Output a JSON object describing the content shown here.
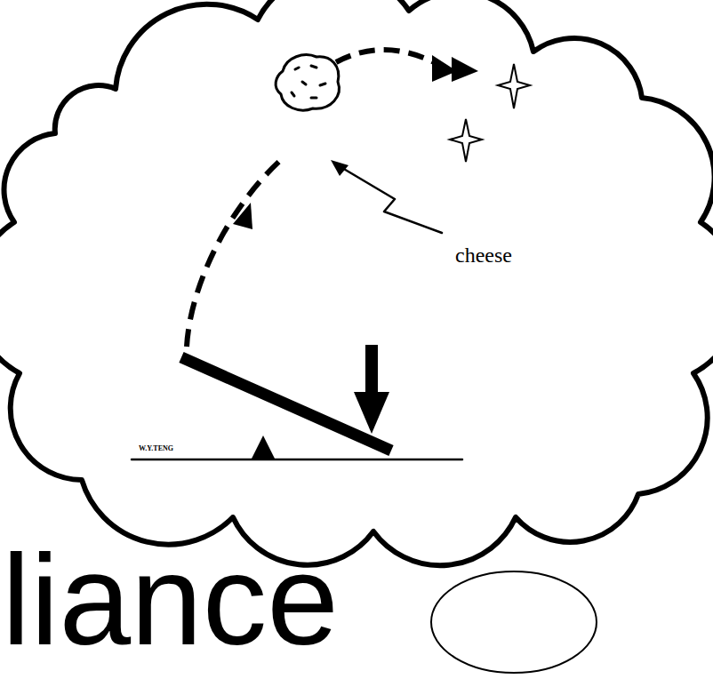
{
  "diagram": {
    "labels": [
      "cheese",
      "liance",
      "W.Y.TENG"
    ]
  }
}
